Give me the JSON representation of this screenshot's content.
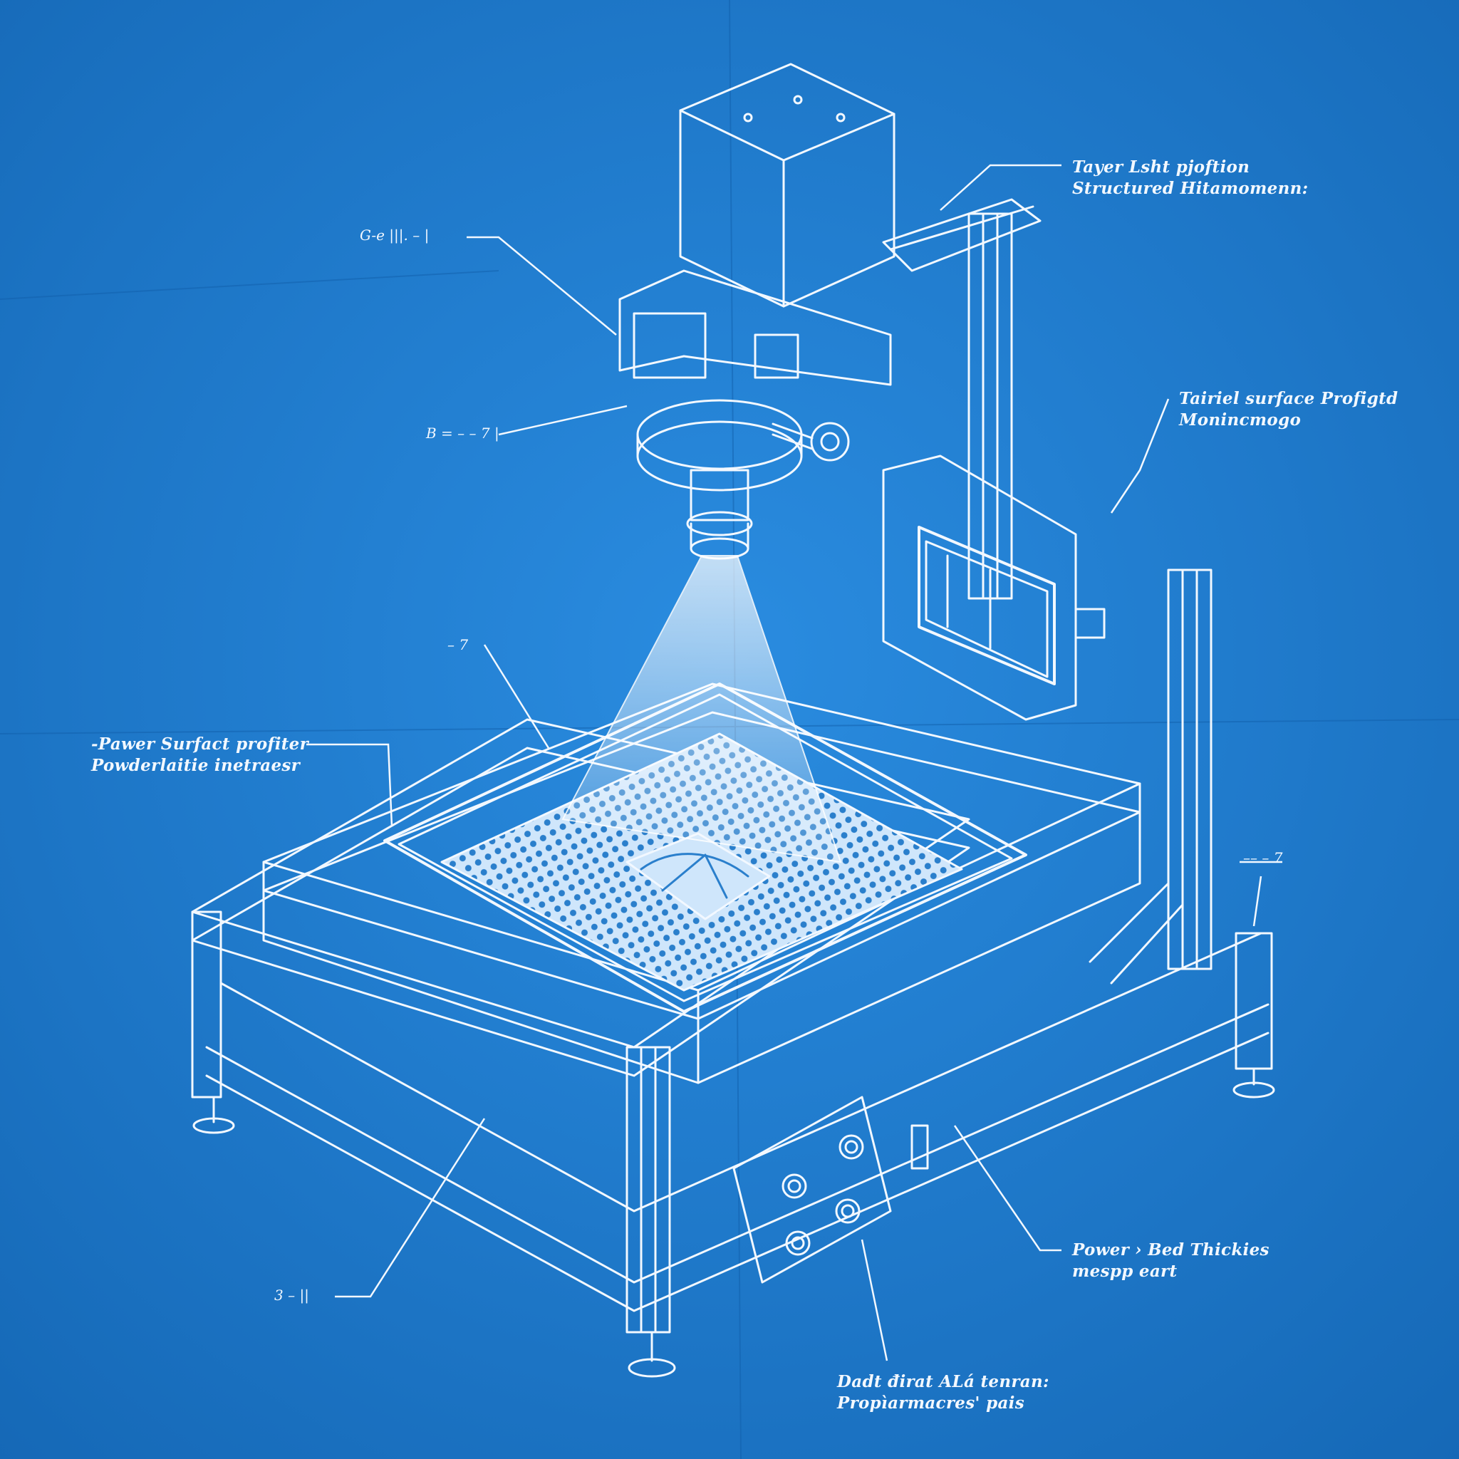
{
  "colors": {
    "paper": "#1f7fd0",
    "paper_dark": "#1467b4",
    "ink": "#f2f8ff"
  },
  "labels": {
    "projector": [
      "Tayer Lsht pjoftion",
      "Structured Hitamomenn:"
    ],
    "surface_profile": [
      "Tairiel surface Profigtd",
      "Monincmogo"
    ],
    "powder_surface": [
      "-Pawer Surfact profiter",
      "Powderlaitie inetraesr"
    ],
    "bed_thickness": [
      "Power › Bed Thickies",
      "mespp eart"
    ],
    "data_acquisition": [
      "Dadt đirat ALá tenran:",
      "Propìarmacres' pais"
    ]
  },
  "tags": {
    "g_ref": "G-e  |||.  – |",
    "b_ref": "B = – – 7 |",
    "left_dim": "– 7",
    "right_dim": "–– – 7",
    "bottom_ref": "3 –  ||"
  },
  "icons": [
    "camera-head",
    "projector-cone",
    "build-plate-grid",
    "monitor-screen",
    "control-knob",
    "leveling-foot"
  ]
}
